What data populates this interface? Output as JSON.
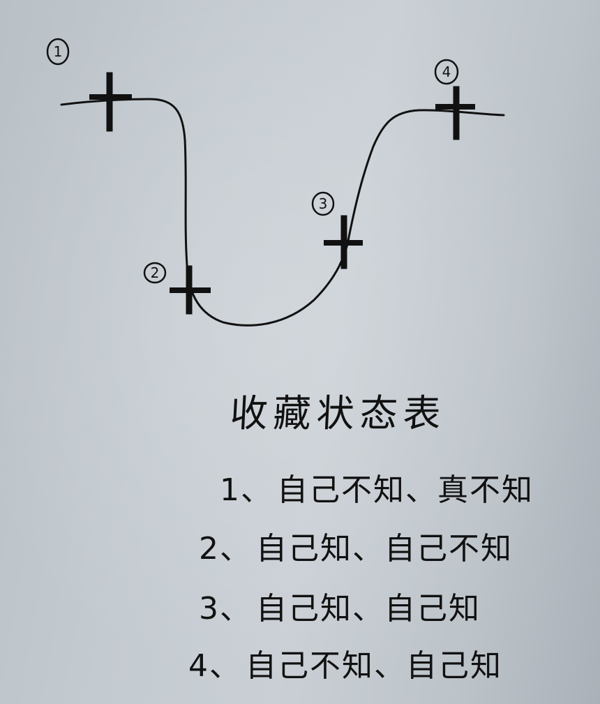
{
  "diagram": {
    "type": "handwritten curve with marked points",
    "colors": {
      "ink": "#111111",
      "paper": "#c3cad0"
    },
    "points": [
      {
        "id": 1,
        "label": "①",
        "position": "top-left plateau"
      },
      {
        "id": 2,
        "label": "②",
        "position": "bottom-left of valley"
      },
      {
        "id": 3,
        "label": "③",
        "position": "rising slope right"
      },
      {
        "id": 4,
        "label": "④",
        "position": "top-right plateau"
      }
    ]
  },
  "table": {
    "title": "收藏状态表",
    "items": [
      {
        "num": "1、",
        "text": "自己不知、真不知"
      },
      {
        "num": "2、",
        "text": "自己知、自己不知"
      },
      {
        "num": "3、",
        "text": "自己知、自己知"
      },
      {
        "num": "4、",
        "text": "自己不知、自己知"
      }
    ]
  }
}
